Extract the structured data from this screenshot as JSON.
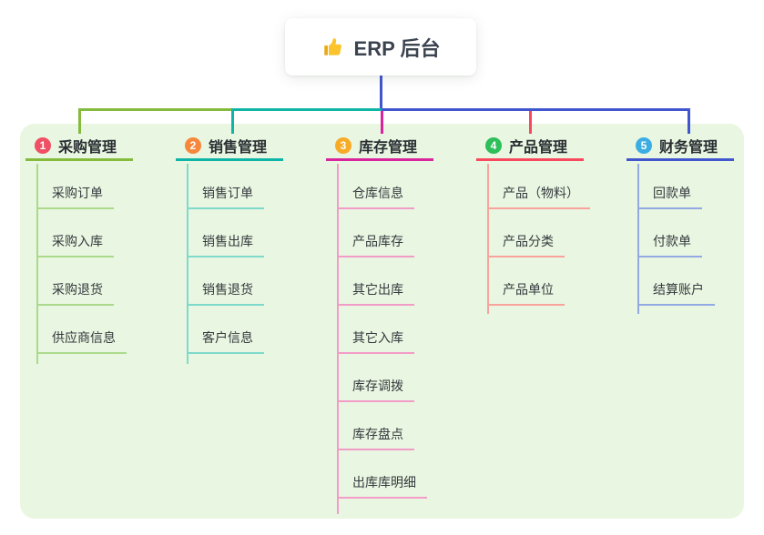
{
  "root": {
    "title": "ERP 后台",
    "icon": "thumbs-up-icon"
  },
  "colors": {
    "panel_background": "#E9F6E1",
    "root_stem": "#4156CE"
  },
  "connectors": {
    "segments": [
      {
        "name": "segment-left",
        "color": "#84BB3D"
      },
      {
        "name": "segment-mid",
        "color": "#0EB5A6"
      },
      {
        "name": "segment-right",
        "color": "#4156CE"
      }
    ],
    "drop_colors": [
      "#84BB3D",
      "#0EB5A6",
      "#D8259D",
      "#F8485E",
      "#4156CE"
    ]
  },
  "branches": [
    {
      "num": "1",
      "label": "采购管理",
      "line_color": "#84BB3D",
      "child_line_color": "#ABDA8C",
      "badge_color": "#EF5064",
      "children": [
        "采购订单",
        "采购入库",
        "采购退货",
        "供应商信息"
      ]
    },
    {
      "num": "2",
      "label": "销售管理",
      "line_color": "#0EB5A6",
      "child_line_color": "#7FDACC",
      "badge_color": "#F6873C",
      "children": [
        "销售订单",
        "销售出库",
        "销售退货",
        "客户信息"
      ]
    },
    {
      "num": "3",
      "label": "库存管理",
      "line_color": "#D8259D",
      "child_line_color": "#F29CC8",
      "badge_color": "#F7AB27",
      "children": [
        "仓库信息",
        "产品库存",
        "其它出库",
        "其它入库",
        "库存调拨",
        "库存盘点",
        "出库库明细"
      ]
    },
    {
      "num": "4",
      "label": "产品管理",
      "line_color": "#F8485E",
      "child_line_color": "#F9A39C",
      "badge_color": "#2EBE5A",
      "children": [
        "产品（物料）",
        "产品分类",
        "产品单位"
      ]
    },
    {
      "num": "5",
      "label": "财务管理",
      "line_color": "#4156CE",
      "child_line_color": "#93A9E4",
      "badge_color": "#3BADE3",
      "children": [
        "回款单",
        "付款单",
        "结算账户"
      ]
    }
  ]
}
